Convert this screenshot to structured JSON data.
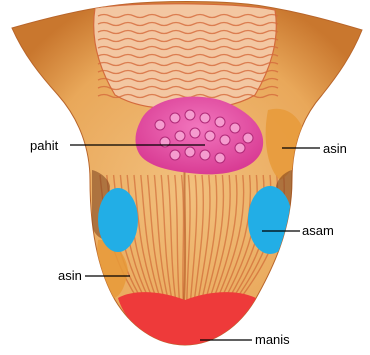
{
  "labels": {
    "pahit": "pahit",
    "asin_right": "asin",
    "asam": "asam",
    "asin_left": "asin",
    "manis": "manis"
  },
  "colors": {
    "background": "#ffffff",
    "tongue_base": "#e9a85a",
    "tongue_shadow": "#c9772e",
    "papillae_back": "#f3c7a2",
    "papillae_line": "#d46a3c",
    "bitter_zone": "#e754a8",
    "sour_zone": "#22aee6",
    "sweet_zone": "#ee3a3a",
    "salty_zone": "#e89a3a",
    "texture_stroke": "#c8582a",
    "leader_line": "#000000",
    "label_text": "#000000"
  }
}
